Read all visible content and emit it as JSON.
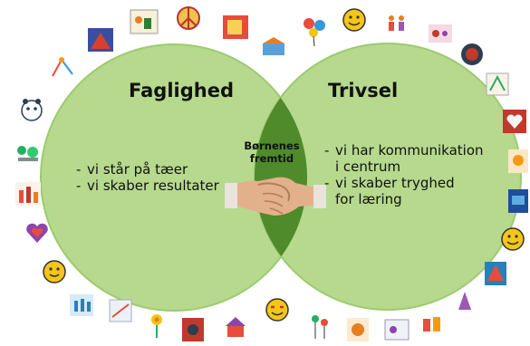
{
  "diagram": {
    "left_circle": {
      "title": "Faglighed",
      "bullets": [
        "vi står på tæer",
        "vi skaber resultater"
      ]
    },
    "right_circle": {
      "title": "Trivsel",
      "bullets": [
        "vi har kommunikation\ni centrum",
        "vi skaber tryghed\nfor læring"
      ]
    },
    "overlap": {
      "label": "Børnenes\nfremtid",
      "image": "handshake"
    },
    "colors": {
      "circle_fill": "#b6d98e",
      "overlap_fill": "#4f8a2b",
      "circle_edge": "#9ccb6f",
      "background": "#ffffff"
    }
  },
  "decorations": [
    "child-drawing",
    "peace-sign",
    "child-drawing",
    "child-drawing",
    "child-drawing",
    "balloons",
    "smiley-face",
    "child-drawing",
    "child-drawing",
    "heart",
    "sun",
    "flower",
    "heart",
    "smiley-face",
    "child-drawing",
    "smiley-face",
    "house"
  ]
}
